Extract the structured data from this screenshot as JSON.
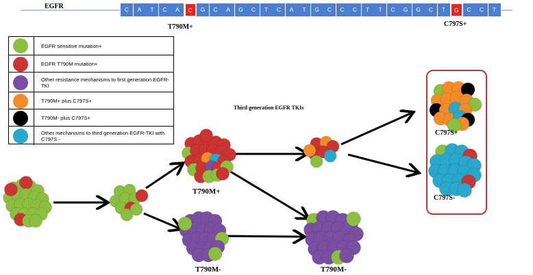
{
  "gene_label": "EGFR",
  "sequence": [
    "C",
    "A",
    "T",
    "C",
    "A",
    "C",
    "G",
    "C",
    "A",
    "G",
    "C",
    "T",
    "C",
    "A",
    "T",
    "G",
    "C",
    "C",
    "C",
    "T",
    "T",
    "C",
    "G",
    "G",
    "C",
    "T",
    "G",
    "C",
    "C",
    "T"
  ],
  "highlight_indices": [
    5,
    26
  ],
  "mutation_labels": {
    "left": "T790M+",
    "right": "C797S+"
  },
  "legend": [
    {
      "color": "#8cbf3f",
      "text": "EGFR sensitive mutation+"
    },
    {
      "color": "#cc3333",
      "text": "EGFR T790M mutation+"
    },
    {
      "color": "#7a4fa3",
      "text": "Other resistance mechanisms to first generation EGFR-TKI"
    },
    {
      "color": "#f28c28",
      "text": "T790M+ plus C797S+"
    },
    {
      "color": "#000000",
      "text": "T790M- plus C797S+"
    },
    {
      "color": "#2aa7cc",
      "text": "Other mechanisms to third generation EGFR-TKI with C797S -"
    }
  ],
  "third_gen_label": "Third generation EGFR TKIs",
  "cluster_labels": {
    "t790m_plus": "T790M+",
    "t790m_minus": "T790M-",
    "t790m_minus_right": "T790M-",
    "c797s_plus": "C797S+",
    "c797s_minus": "C797S-"
  },
  "colors": {
    "sequence_box": "#4a7fcf",
    "sequence_highlight": "#e8241d",
    "box_border": "#b03a3a"
  }
}
